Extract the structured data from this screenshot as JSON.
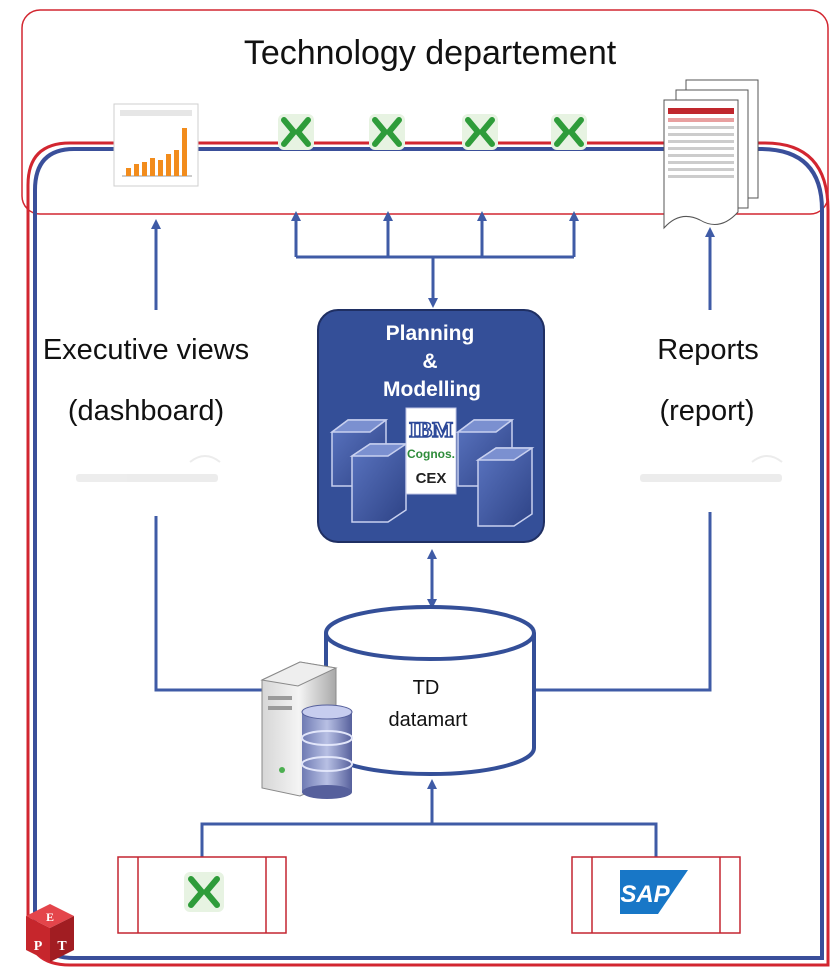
{
  "title": "Technology departement",
  "planning_box": {
    "line1": "Planning",
    "line2": "&",
    "line3": "Modelling",
    "ibm_logo": "IBM",
    "cognos_logo": "Cognos.",
    "cex_label": "CEX"
  },
  "left_column": {
    "label1": "Executive views",
    "label2": "(dashboard)"
  },
  "right_column": {
    "label1": "Reports",
    "label2": "(report)"
  },
  "datamart": {
    "line1": "TD",
    "line2": "datamart"
  },
  "sources": {
    "left_icon": "excel-icon",
    "right_logo": "SAP"
  },
  "top_row_icons": [
    "bar-chart-thumbnail",
    "excel-icon",
    "excel-icon",
    "excel-icon",
    "excel-icon",
    "report-stack-icon"
  ],
  "corner_logo": {
    "letters": [
      "E",
      "P",
      "T"
    ]
  },
  "colors": {
    "border_blue": "#3a4f9a",
    "border_red": "#d22630",
    "box_fill": "#344f98",
    "arrow": "#3f5ba6",
    "excel_green": "#2e9c3a",
    "sap_blue": "#1877c7"
  }
}
